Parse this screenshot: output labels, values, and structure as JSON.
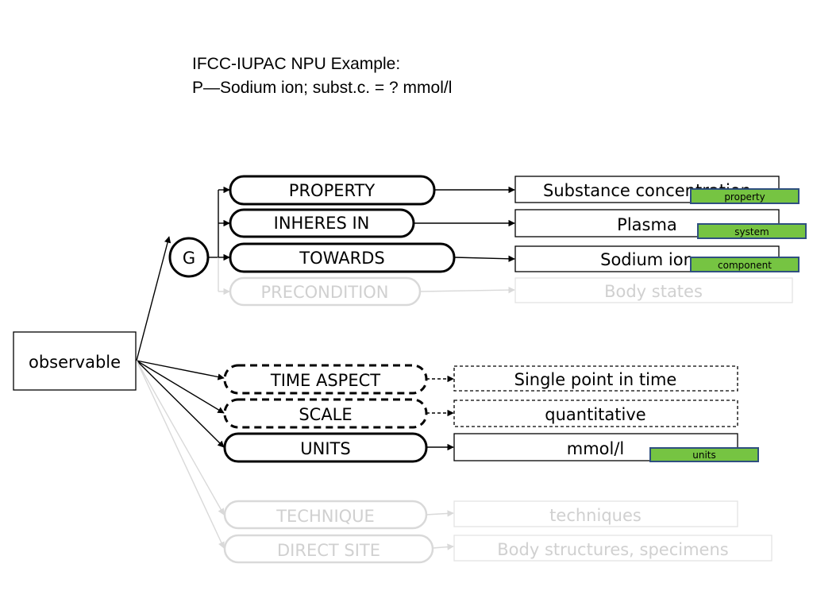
{
  "title": {
    "line1": "IFCC-IUPAC NPU Example:",
    "line2": "P—Sodium ion; subst.c. = ? mmol/l"
  },
  "root": "observable",
  "group": "G",
  "attributes": {
    "property": "PROPERTY",
    "inheres_in": "INHERES IN",
    "towards": "TOWARDS",
    "precondition": "PRECONDITION",
    "time_aspect": "TIME ASPECT",
    "scale": "SCALE",
    "units": "UNITS",
    "technique": "TECHNIQUE",
    "direct_site": "DIRECT SITE"
  },
  "values": {
    "property": "Substance concentration",
    "inheres_in": "Plasma",
    "towards": "Sodium ion",
    "precondition": "Body states",
    "time_aspect": "Single point in time",
    "scale": "quantitative",
    "units": "mmol/l",
    "technique": "techniques",
    "direct_site": "Body structures, specimens"
  },
  "tags": {
    "property": "property",
    "system": "system",
    "component": "component",
    "units": "units"
  },
  "colors": {
    "tag_fill": "#76c442",
    "tag_border": "#2f4f80",
    "inactive": "#d9d9d9"
  }
}
